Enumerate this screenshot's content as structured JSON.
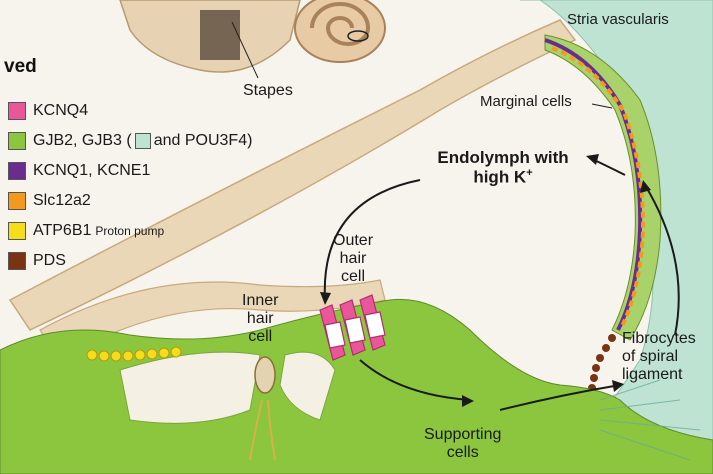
{
  "legend": {
    "heading": "ved",
    "items": [
      {
        "label": "KCNQ4",
        "color": "#e9579a"
      },
      {
        "label": "GJB2, GJB3 (",
        "color": "#8cc63f",
        "inline_swatch_color": "#bfe3d3",
        "suffix": "and POU3F4)"
      },
      {
        "label": "KCNQ1, KCNE1",
        "color": "#6a2d8f"
      },
      {
        "label": "Slc12a2",
        "color": "#f39a1e"
      },
      {
        "label": "ATP6B1",
        "note": "Proton pump",
        "color": "#f6dd1b"
      },
      {
        "label": "PDS",
        "color": "#7a3414"
      }
    ]
  },
  "labels": {
    "stapes": "Stapes",
    "stria": "Stria vascularis",
    "marginal": "Marginal cells",
    "endolymph_line1": "Endolymph with",
    "endolymph_line2": "high K",
    "endolymph_sup": "+",
    "outer_hair": [
      "Outer",
      "hair",
      "cell"
    ],
    "inner_hair": [
      "Inner",
      "hair",
      "cell"
    ],
    "fibrocytes": [
      "Fibrocytes",
      "of spiral",
      "ligament"
    ],
    "supporting": [
      "Supporting",
      "cells"
    ]
  },
  "colors": {
    "cell_green": "#8cc63f",
    "light_green": "#c6e27a",
    "membrane_tan": "#ead7b8",
    "ligament_blue": "#bfe3d3",
    "background": "#f7f4ee"
  }
}
